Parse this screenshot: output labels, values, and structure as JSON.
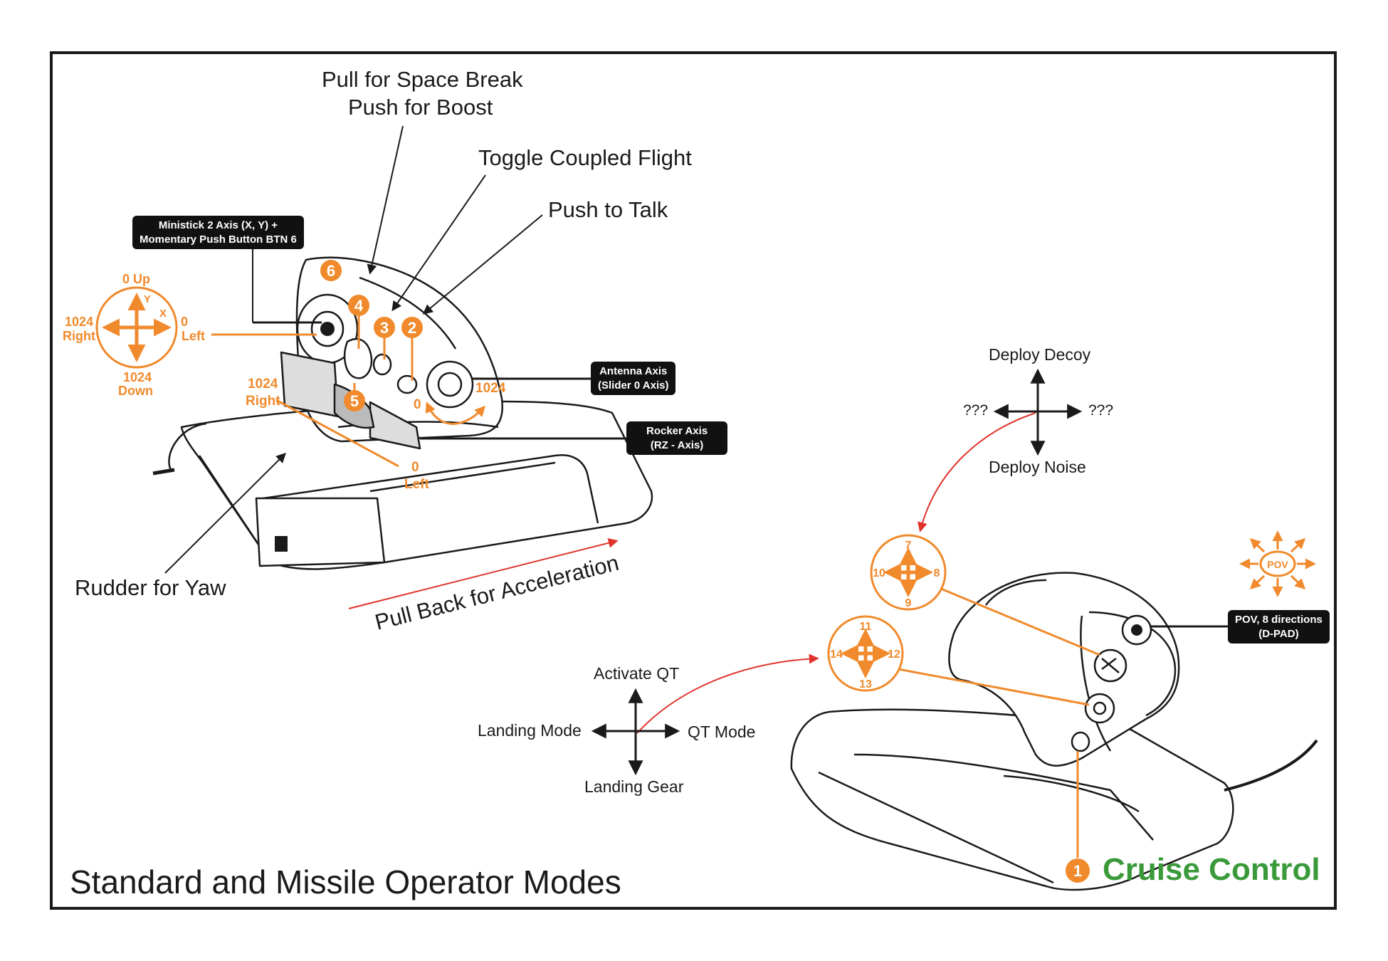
{
  "title": "Standard and Missile Operator Modes",
  "colors": {
    "accent": "#f08a2c",
    "cruise": "#3a9a3a",
    "arrow_red": "#e0342b",
    "ink": "#1a1a1a"
  },
  "throttle": {
    "space_brake_line1": "Pull for Space Break",
    "space_brake_line2": "Push for Boost",
    "coupled_flight": "Toggle Coupled Flight",
    "push_to_talk": "Push to Talk",
    "ministick_tag_line1": "Ministick 2 Axis (X, Y) +",
    "ministick_tag_line2": "Momentary Push Button BTN 6",
    "antenna_tag_line1": "Antenna Axis",
    "antenna_tag_line2": "(Slider 0 Axis)",
    "rocker_tag_line1": "Rocker Axis",
    "rocker_tag_line2": "(RZ - Axis)",
    "rudder": "Rudder for Yaw",
    "pull_back": "Pull Back for Acceleration",
    "badges": [
      "6",
      "4",
      "3",
      "2",
      "5"
    ],
    "ministick_axes": {
      "up": "0 Up",
      "y": "Y",
      "x": "X",
      "right_val": "1024",
      "right": "Right",
      "left_val": "0",
      "left": "Left",
      "down_val": "1024",
      "down": "Down"
    },
    "rocker_values": {
      "right_val": "1024",
      "right": "Right",
      "left_val": "0",
      "left": "Left"
    },
    "antenna_values": {
      "min": "0",
      "max": "1024"
    }
  },
  "deploy_cross": {
    "up": "Deploy Decoy",
    "left": "???",
    "right": "???",
    "down": "Deploy Noise"
  },
  "qt_cross": {
    "up": "Activate QT",
    "left": "Landing Mode",
    "right": "QT Mode",
    "down": "Landing Gear"
  },
  "hat_upper": {
    "top": "7",
    "left": "10",
    "right": "8",
    "bottom": "9"
  },
  "hat_lower": {
    "top": "11",
    "left": "14",
    "right": "12",
    "bottom": "13"
  },
  "pov": {
    "icon_label": "POV",
    "tag_line1": "POV, 8 directions",
    "tag_line2": "(D-PAD)"
  },
  "cruise": {
    "badge": "1",
    "label": "Cruise Control"
  }
}
